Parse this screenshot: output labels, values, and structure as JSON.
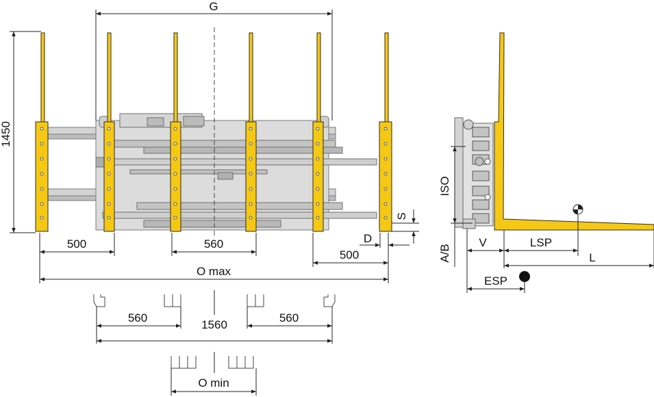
{
  "labels": {
    "g": "G",
    "height": "1450",
    "arm_left": "500",
    "mid_spacing": "560",
    "arm_right": "500",
    "d": "D",
    "s": "S",
    "o_max": "O max",
    "spacing_left": "560",
    "total_span": "1560",
    "spacing_right": "560",
    "o_min": "O min",
    "iso": "ISO",
    "ab": "A/B",
    "v": "V",
    "lsp": "LSP",
    "l": "L",
    "esp": "ESP"
  },
  "colors": {
    "fork_yellow": "#f5c814",
    "fork_outline": "#2a2a2a",
    "frame_grey": "#c9c9c9",
    "frame_dark": "#8a8a8a",
    "line": "#222222"
  }
}
